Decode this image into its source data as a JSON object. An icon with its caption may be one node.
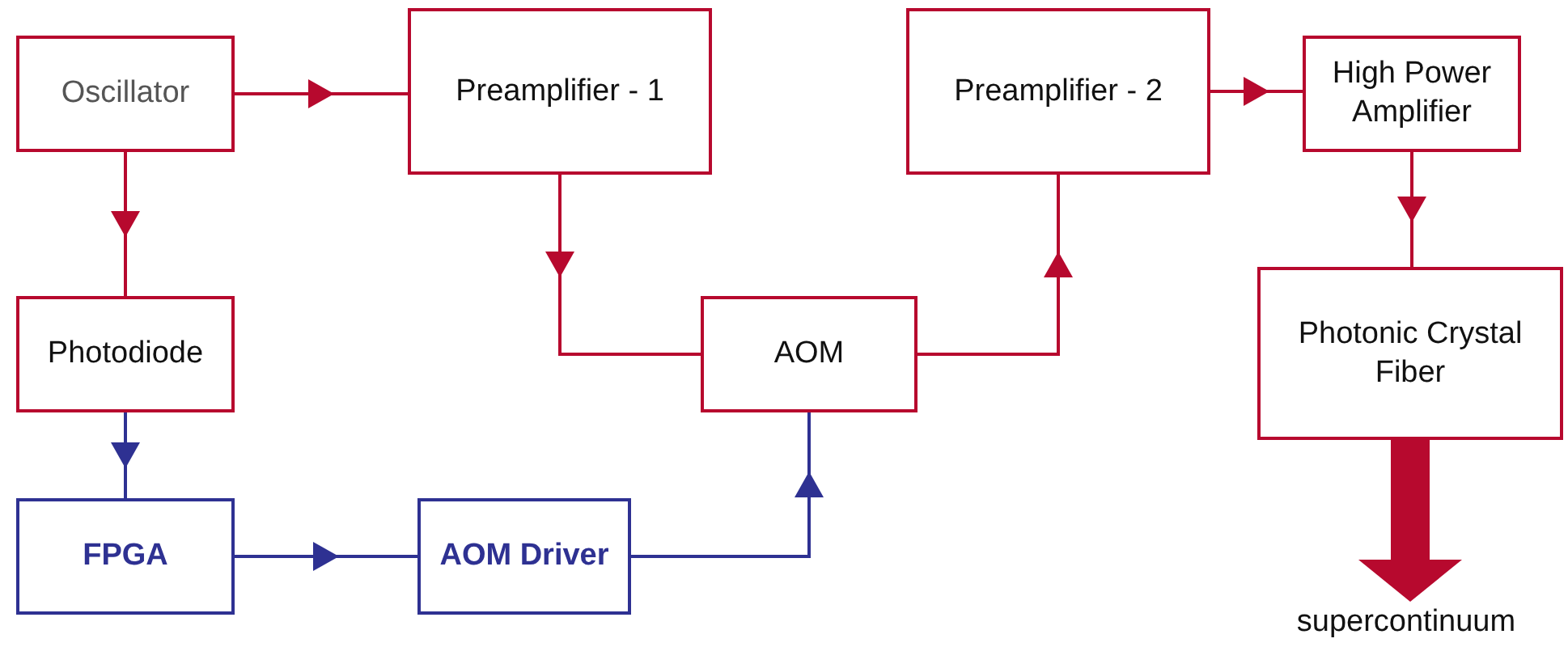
{
  "diagram": {
    "nodes": [
      {
        "text": [
          "Oscillator"
        ]
      },
      {
        "text": [
          "Preamplifier - 1"
        ]
      },
      {
        "text": [
          "Preamplifier - 2"
        ]
      },
      {
        "text": [
          "High Power Amplifier"
        ]
      },
      {
        "text": [
          "Photodiode"
        ]
      },
      {
        "text": [
          "AOM"
        ]
      },
      {
        "text": [
          "Photonic Crystal Fiber"
        ]
      },
      {
        "text": [
          "FPGA"
        ]
      },
      {
        "text": [
          "AOM Driver"
        ]
      },
      {
        "text": [
          "supercontinuum"
        ]
      }
    ],
    "edges": [
      {
        "from": 0,
        "to": 1,
        "arrow": "to"
      },
      {
        "from": 0,
        "to": 4,
        "arrow": "to"
      },
      {
        "from": 1,
        "to": 5,
        "arrow": "to"
      },
      {
        "from": 5,
        "to": 2,
        "arrow": "to"
      },
      {
        "from": 2,
        "to": 3,
        "arrow": "to"
      },
      {
        "from": 3,
        "to": 6,
        "arrow": "to"
      },
      {
        "from": 4,
        "to": 7,
        "arrow": "to",
        "color": "#2e3192"
      },
      {
        "from": 7,
        "to": 8,
        "arrow": "to",
        "color": "#2e3192"
      },
      {
        "from": 8,
        "to": 5,
        "arrow": "to",
        "color": "#2e3192"
      },
      {
        "from": 6,
        "to": 9,
        "arrow": "to",
        "style": "thick"
      }
    ]
  }
}
